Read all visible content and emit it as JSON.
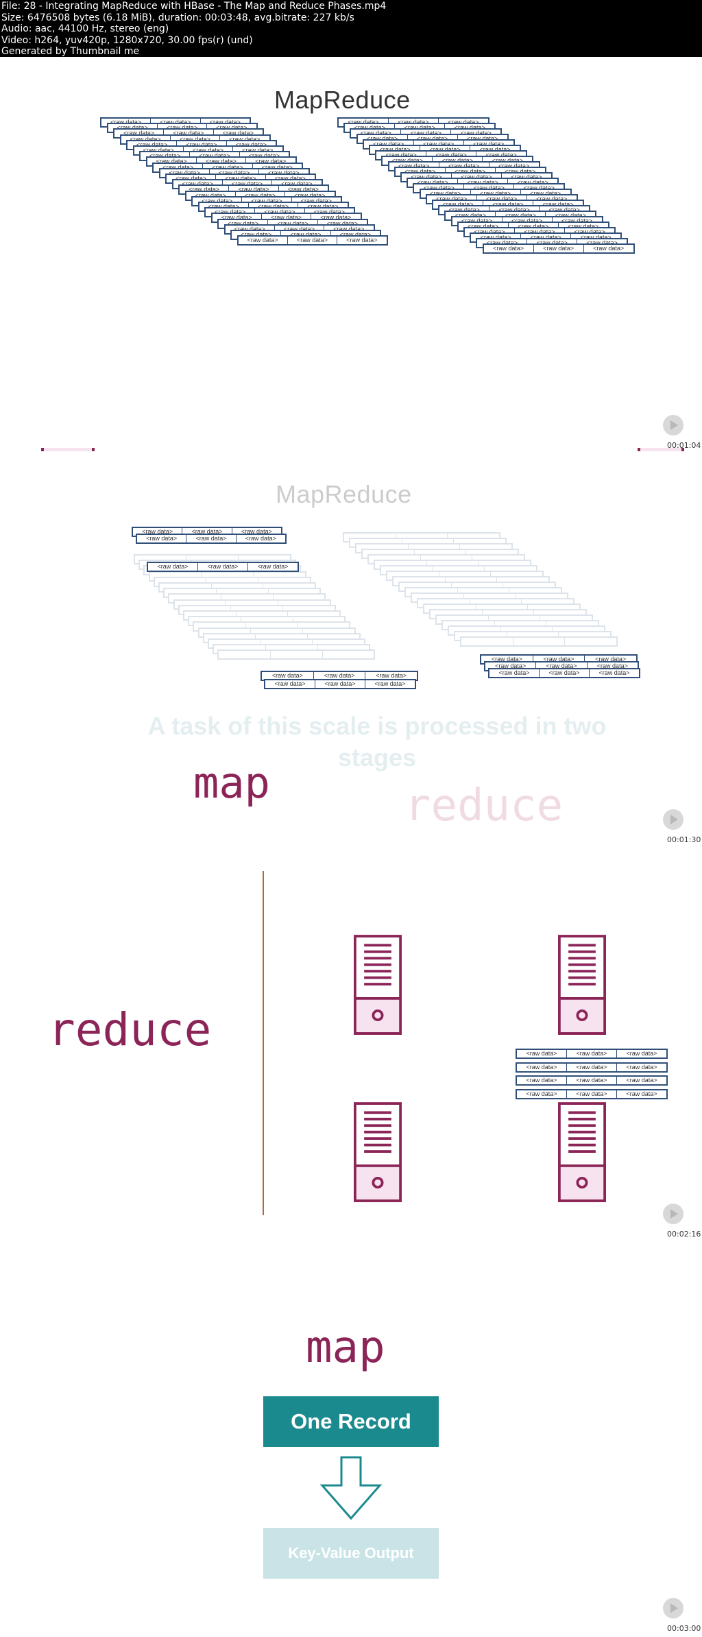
{
  "header": {
    "lines": [
      "File: 28 - Integrating MapReduce with HBase - The Map and Reduce Phases.mp4",
      "Size: 6476508 bytes (6.18 MiB), duration: 00:03:48, avg.bitrate: 227 kb/s",
      "Audio: aac, 44100 Hz, stereo (eng)",
      "Video: h264, yuv420p, 1280x720, 30.00 fps(r) (und)",
      "Generated by Thumbnail me"
    ]
  },
  "frames": [
    {
      "title": "MapReduce",
      "timestamp": "00:01:04"
    },
    {
      "title": "MapReduce",
      "subtitle": "A task of this scale is processed in two stages",
      "map_label": "map",
      "reduce_label": "reduce",
      "timestamp": "00:01:30"
    },
    {
      "reduce_label": "reduce",
      "timestamp": "00:02:16"
    },
    {
      "map_label": "map",
      "record_label": "One Record",
      "output_label": "Key-Value Output",
      "timestamp": "00:03:00"
    }
  ],
  "cell_text": "<raw data>",
  "colors": {
    "navy": "#2f4f78",
    "plum": "#8b2457",
    "teal": "#1b8a8f",
    "light_teal": "#c9e3e6",
    "pink_fill": "#f7e3f0"
  }
}
